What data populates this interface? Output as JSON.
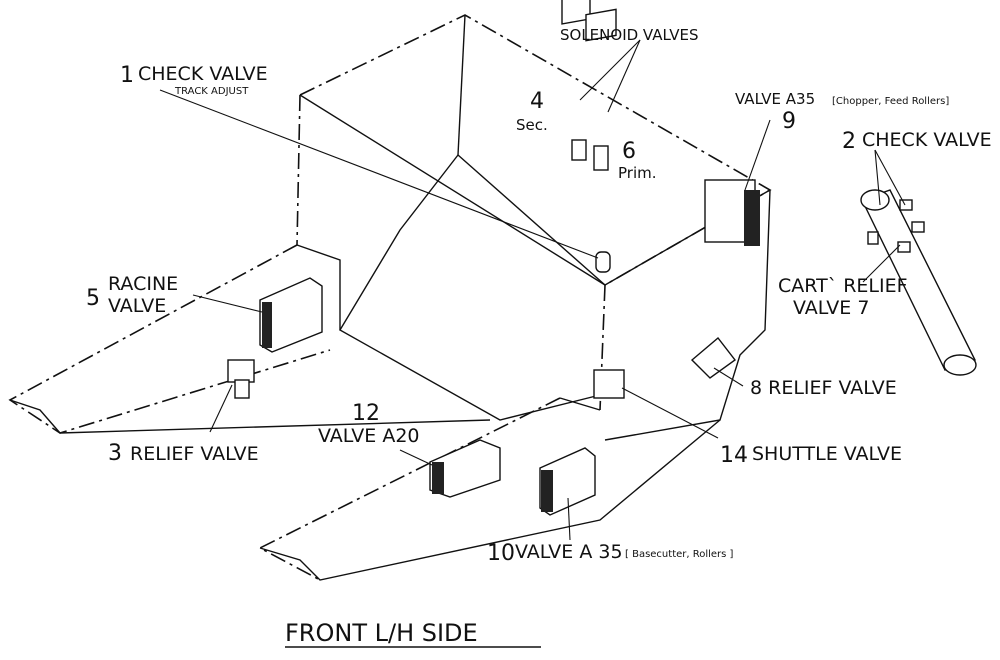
{
  "title": "FRONT L/H SIDE",
  "labels": {
    "check_valve_1_num": "1",
    "check_valve_1": "CHECK VALVE",
    "check_valve_1_sub": "TRACK ADJUST",
    "solenoid_valves": "SOLENOID VALVES",
    "solenoid_4_num": "4",
    "solenoid_4_sub": "Sec.",
    "solenoid_6_num": "6",
    "solenoid_6_sub": "Prim.",
    "valve_a35_top": "VALVE A35",
    "valve_a35_top_sub": "[Chopper, Feed Rollers]",
    "valve_9_num": "9",
    "check_valve_2_num": "2",
    "check_valve_2": "CHECK VALVE",
    "cart_relief_line1": "CART` RELIEF",
    "cart_relief_line2": "VALVE 7",
    "racine_num": "5",
    "racine_line1": "RACINE",
    "racine_line2": "VALVE",
    "relief_8": "8 RELIEF VALVE",
    "relief_3_num": "3",
    "relief_3": "RELIEF VALVE",
    "valve_12_num": "12",
    "valve_a20": "VALVE A20",
    "shuttle_num": "14",
    "shuttle": "SHUTTLE VALVE",
    "valve_10_num": "10",
    "valve_a35_bottom": "VALVE A 35",
    "valve_a35_bottom_sub": "[ Basecutter, Rollers ]"
  }
}
